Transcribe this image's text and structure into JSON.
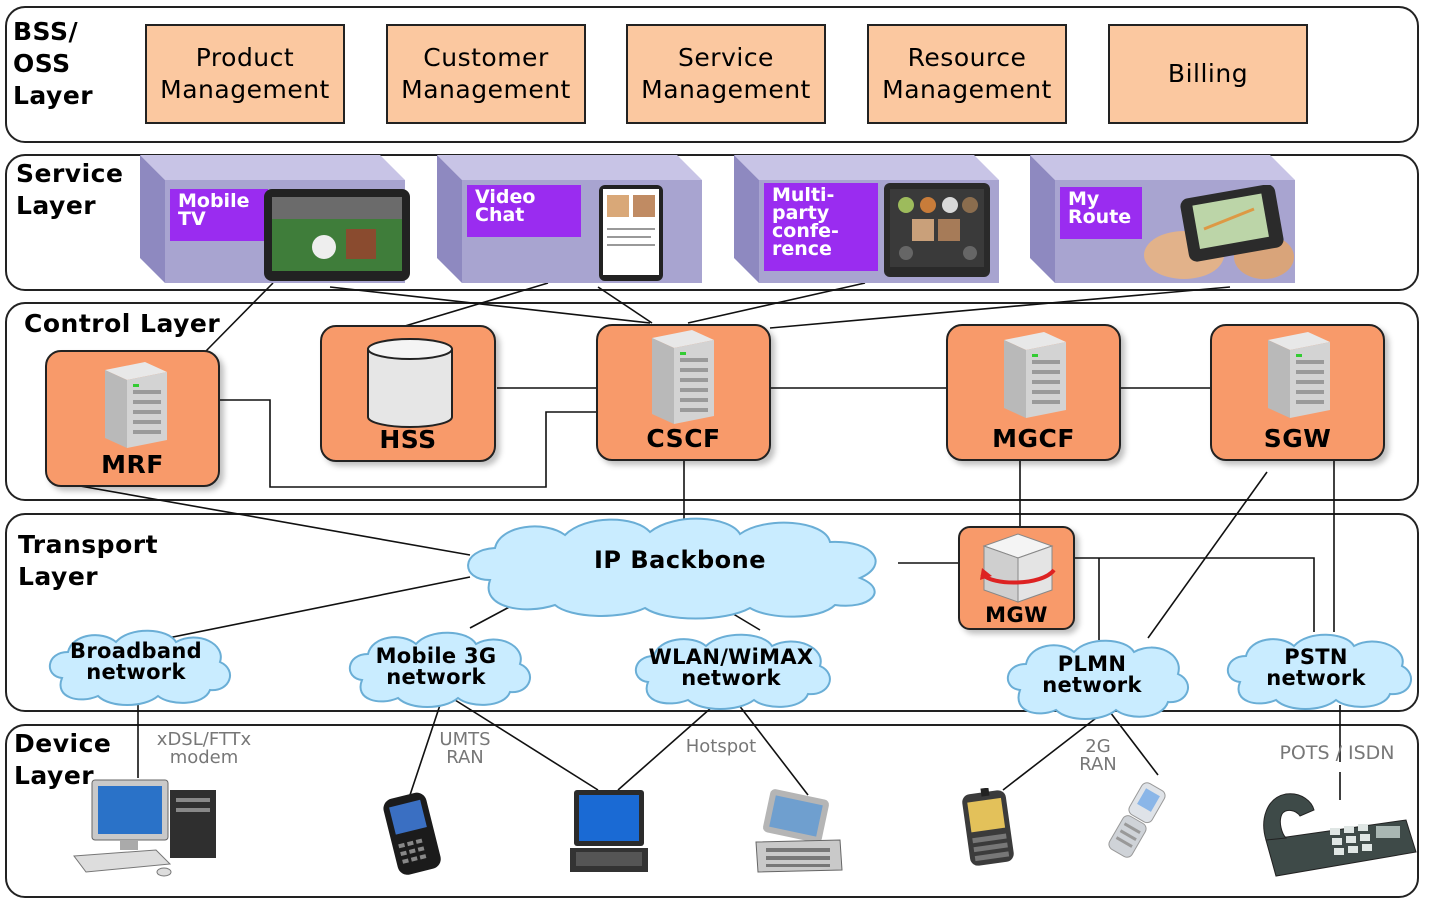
{
  "layers": {
    "bss": "BSS/\nOSS\nLayer",
    "service": "Service\nLayer",
    "control": "Control Layer",
    "transport": "Transport\nLayer",
    "device": "Device\nLayer"
  },
  "bss_boxes": [
    "Product\nManagement",
    "Customer\nManagement",
    "Service\nManagement",
    "Resource\nManagement",
    "Billing"
  ],
  "services": [
    "Mobile\nTV",
    "Video\nChat",
    "Multi-\nparty\nconfe-\nrence",
    "My\nRoute"
  ],
  "control_nodes": {
    "mrf": "MRF",
    "hss": "HSS",
    "cscf": "CSCF",
    "mgcf": "MGCF",
    "sgw": "SGW"
  },
  "transport": {
    "ip_backbone": "IP Backbone",
    "mgw": "MGW",
    "broadband": "Broadband\nnetwork",
    "mobile3g": "Mobile 3G\nnetwork",
    "wlan": "WLAN/WiMAX\nnetwork",
    "plmn": "PLMN\nnetwork",
    "pstn": "PSTN\nnetwork"
  },
  "device_labels": {
    "xdsl": "xDSL/FTTx\nmodem",
    "umts": "UMTS\nRAN",
    "hotspot": "Hotspot",
    "ran2g": "2G\nRAN",
    "pots": "POTS / ISDN"
  },
  "icons": [
    "desktop-computer-icon",
    "smartphone-icon",
    "laptop-icon",
    "pda-icon",
    "palm-phone-icon",
    "flip-phone-icon",
    "desk-telephone-icon",
    "server-icon",
    "database-icon",
    "gateway-cube-icon",
    "cloud-icon"
  ],
  "colors": {
    "bss_box": "#fbc8a0",
    "node": "#f89a6a",
    "service_label": "#9a2cf0",
    "service_box": "#a8a4d0",
    "cloud": "#c9ecff"
  }
}
